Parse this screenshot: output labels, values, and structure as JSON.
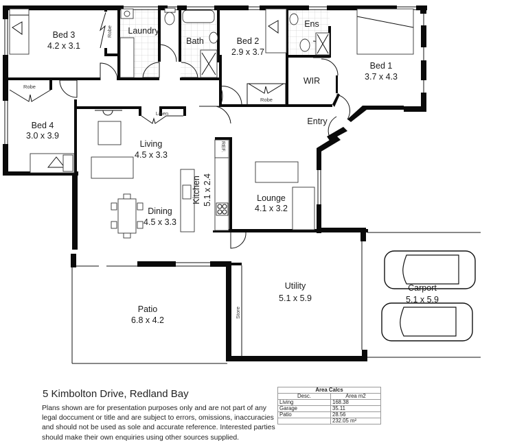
{
  "rooms": {
    "bed3": {
      "name": "Bed 3",
      "size": "4.2 x 3.1"
    },
    "laundry": {
      "name": "Laundry"
    },
    "bath": {
      "name": "Bath"
    },
    "bed2": {
      "name": "Bed 2",
      "size": "2.9 x 3.7"
    },
    "ens": {
      "name": "Ens"
    },
    "bed1": {
      "name": "Bed 1",
      "size": "3.7 x 4.3"
    },
    "wir": {
      "name": "WIR"
    },
    "entry": {
      "name": "Entry"
    },
    "bed4": {
      "name": "Bed 4",
      "size": "3.0 x 3.9"
    },
    "living": {
      "name": "Living",
      "size": "4.5 x 3.3"
    },
    "dining": {
      "name": "Dining",
      "size": "4.5 x 3.3"
    },
    "kitchen": {
      "name": "Kitchen",
      "size": "5.1 x 2.4"
    },
    "lounge": {
      "name": "Lounge",
      "size": "4.1 x 3.2"
    },
    "patio": {
      "name": "Patio",
      "size": "6.8 x 4.2"
    },
    "utility": {
      "name": "Utility",
      "size": "5.1 x 5.9"
    },
    "carport": {
      "name": "Carport",
      "size": "5.1 x 5.9"
    }
  },
  "small_labels": {
    "robe_bed3": "Robe",
    "robe_bed4": "Robe",
    "robe_bed2": "Robe",
    "linen": "Linen",
    "ref": "REF.",
    "store": "Store"
  },
  "footer": {
    "address": "5 Kimbolton Drive, Redland Bay",
    "disclaimer": "Plans shown are for presentation purposes only and are not part of any legal doccument or title and are subject to errors, omissions, inaccuracies and should not be used as sole and accurate reference. Interested parties should make their own enquiries using other sources supplied."
  },
  "area_calcs": {
    "title": "Area Calcs",
    "headers": [
      "Desc.",
      "Area m2"
    ],
    "rows": [
      {
        "desc": "Living",
        "area": "168.38"
      },
      {
        "desc": "Garage",
        "area": "35.11"
      },
      {
        "desc": "Patio",
        "area": "28.56"
      },
      {
        "desc": "",
        "area": "232.05 m²"
      }
    ]
  }
}
